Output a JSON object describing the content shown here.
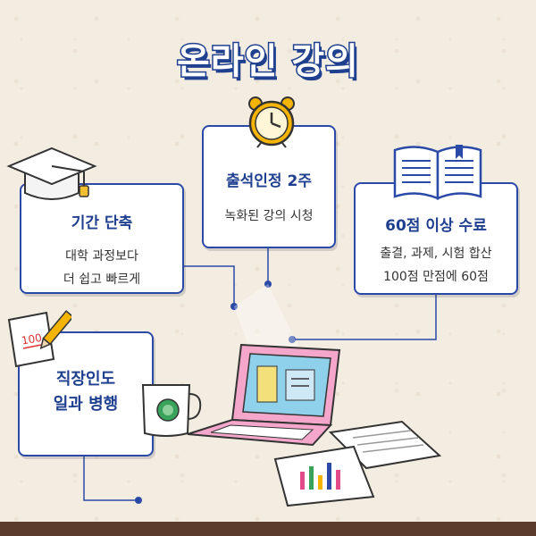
{
  "title": "온라인 강의",
  "cards": {
    "period": {
      "heading": "기간 단축",
      "line1": "대학 과정보다",
      "line2": "더  쉽고 빠르게"
    },
    "attendance": {
      "heading": "출석인정 2주",
      "line1": "녹화된 강의 시청"
    },
    "score": {
      "heading": "60점 이상 수료",
      "line1": "출결, 과제, 시험 합산",
      "line2": "100점 만점에 60점"
    },
    "work": {
      "line1": "직장인도",
      "line2": "일과 병행"
    }
  },
  "icons": [
    "graduation-cap-icon",
    "alarm-clock-icon",
    "open-book-icon",
    "note-pencil-icon",
    "laptop-illustration",
    "mug-icon",
    "papers-chart-icon"
  ],
  "note_scribble": "100",
  "colors": {
    "accent": "#1f3f8f",
    "card_border": "#2b4aa7",
    "bottom_bar": "#5a3b2c",
    "background": "#f3ece1"
  }
}
